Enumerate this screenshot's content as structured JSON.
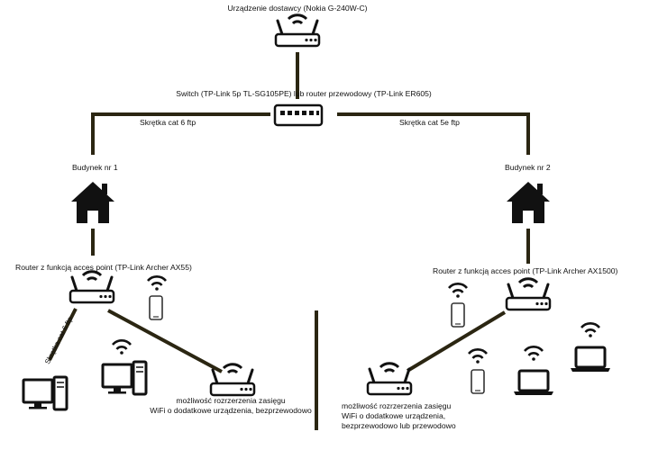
{
  "labels": {
    "isp_device": "Urządzenie dostawcy (Nokia G-240W-C)",
    "switch": "Switch (TP-Link 5p TL-SG105PE) lub router przewodowy (TP-Link ER605)",
    "cable_left": "Skrętka cat 6 ftp",
    "cable_right": "Skrętka cat 5e ftp",
    "building1": "Budynek nr 1",
    "building2": "Budynek nr 2",
    "router1": "Router z funkcją acces point (TP-Link Archer AX55)",
    "router2": "Router z funkcją acces point (TP-Link Archer AX1500)",
    "cable_pc": "Skrętka cat 6 ftp",
    "ext1_line1": "możliwość rozrzerzenia zasięgu",
    "ext1_line2": "WiFi o dodatkowe urządzenia, bezprzewodowo",
    "ext2_line1": "możliwość rozrzerzenia zasięgu",
    "ext2_line2": "WiFi o dodatkowe urządzenia,",
    "ext2_line3": "bezprzewodowo lub przewodowo"
  },
  "colors": {
    "line": "#2b2612",
    "icon": "#111111",
    "background": "#ffffff"
  },
  "icons": [
    "router-icon",
    "switch-icon",
    "house-icon",
    "smartphone-icon",
    "desktop-pc-icon",
    "laptop-icon",
    "wifi-icon"
  ]
}
